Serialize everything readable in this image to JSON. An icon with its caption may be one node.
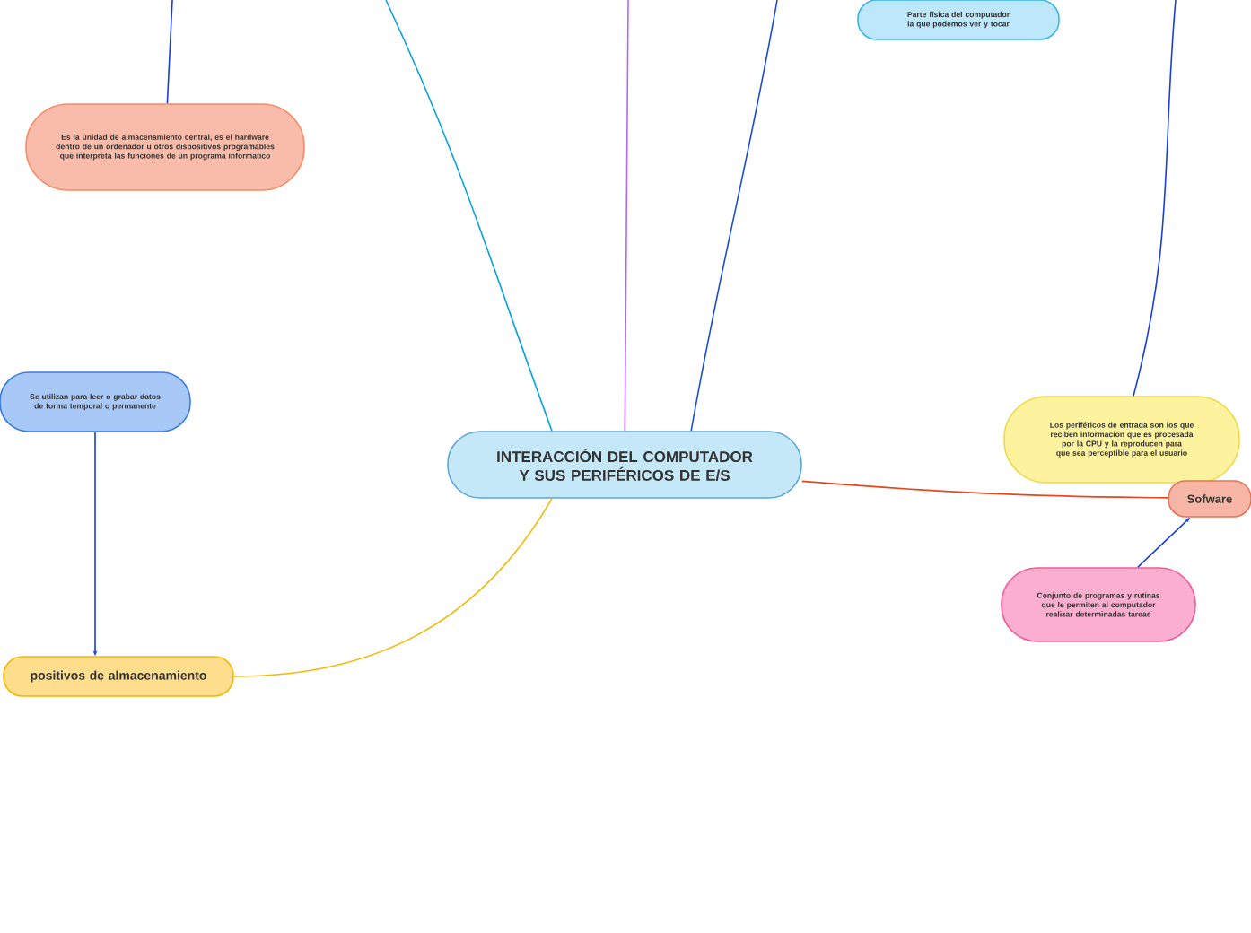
{
  "diagram": {
    "nodes": [
      {
        "text": [
          "INTERACCIÓN DEL COMPUTADOR Y SUS PERIFÉRICOS DE E/S"
        ]
      },
      {
        "text": [
          "Es la unidad de almacenamiento central, es el hardware dentro de un ordenador u otros dispositivos programables que interpreta las funciones de un programa informatico"
        ]
      },
      {
        "text": [
          "Parte física del computador la que podemos ver y tocar"
        ]
      },
      {
        "text": [
          "Se utilizan para leer o grabar datos de forma temporal o permanente"
        ]
      },
      {
        "text": [
          "positivos de almacenamiento"
        ]
      },
      {
        "text": [
          "Los periféricos de entrada son los que reciben información que es procesada por la CPU y la reproducen para que sea perceptible para el usuario"
        ]
      },
      {
        "text": [
          "Sofware"
        ]
      },
      {
        "text": [
          "Conjunto de programas y rutinas que le permiten al computador realizar determinadas tareas"
        ]
      }
    ],
    "edges": [
      {
        "from": 0,
        "to": null,
        "arrow": "none",
        "color": "#0ba0e0"
      },
      {
        "from": 0,
        "to": null,
        "arrow": "none",
        "color": "#b469f0"
      },
      {
        "from": 0,
        "to": null,
        "arrow": "none",
        "color": "#1c4fd0"
      },
      {
        "from": 0,
        "to": 6,
        "arrow": "none",
        "color": "#e8471b"
      },
      {
        "from": 0,
        "to": 4,
        "arrow": "none",
        "color": "#f5b800"
      },
      {
        "from": null,
        "to": 1,
        "arrow": "none",
        "color": "#1a3fd6"
      },
      {
        "from": 3,
        "to": 4,
        "arrow": "to",
        "color": "#1a3fd6"
      },
      {
        "from": null,
        "to": 5,
        "arrow": "none",
        "color": "#1a3fd6"
      },
      {
        "from": 7,
        "to": 6,
        "arrow": "to",
        "color": "#1a3fd6"
      }
    ]
  }
}
